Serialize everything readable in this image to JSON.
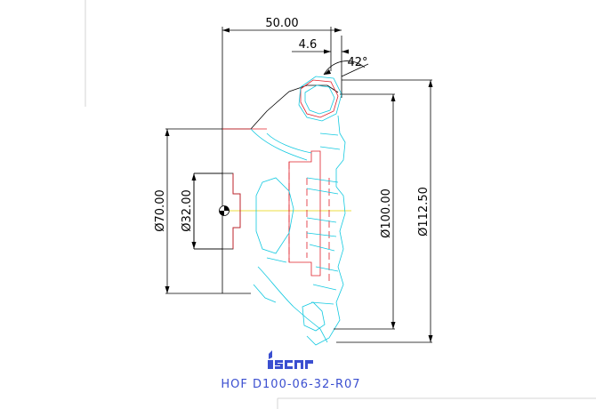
{
  "dimensions": {
    "length": "50.00",
    "chamfer": "4.6",
    "angle": "42°",
    "bore_diameter": "Ø32.00",
    "hub_diameter": "Ø70.00",
    "cutting_diameter": "Ø100.00",
    "outer_diameter": "Ø112.50"
  },
  "logo": {
    "text": "iscar"
  },
  "part_code": "HOF D100-06-32-R07",
  "colors": {
    "outline": "#000000",
    "hidden": "#e0202a",
    "inserts": "#12c9e0",
    "caption": "#3b4fd0",
    "centerline": "#e6d200"
  }
}
